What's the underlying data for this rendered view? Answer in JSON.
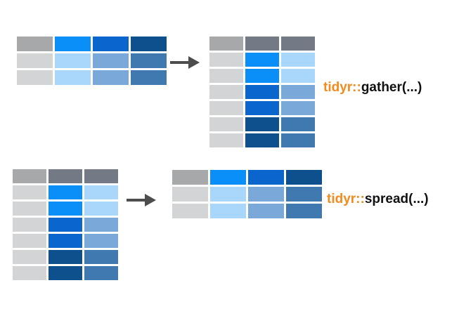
{
  "colors": {
    "header_gray": "#a6a8aa",
    "header_slate": "#737a86",
    "key_gray": "#d3d4d6",
    "blue1": "#0a8ff8",
    "blue2": "#0a66cc",
    "blue3": "#0e4f8e",
    "light1": "#a9d7fb",
    "light2": "#7aa9d9",
    "light3": "#3f79af",
    "arrow": "#4d4d4d",
    "pkg_orange": "#f28a1e"
  },
  "labels": {
    "gather_pkg": "tidyr::",
    "gather_fn": "gather(...)",
    "spread_pkg": "tidyr::",
    "spread_fn": "spread(...)"
  },
  "wide_table": [
    [
      "header_gray",
      "blue1",
      "blue2",
      "blue3"
    ],
    [
      "key_gray",
      "light1",
      "light2",
      "light3"
    ],
    [
      "key_gray",
      "light1",
      "light2",
      "light3"
    ]
  ],
  "long_table": [
    [
      "header_gray",
      "header_slate",
      "header_slate"
    ],
    [
      "key_gray",
      "blue1",
      "light1"
    ],
    [
      "key_gray",
      "blue1",
      "light1"
    ],
    [
      "key_gray",
      "blue2",
      "light2"
    ],
    [
      "key_gray",
      "blue2",
      "light2"
    ],
    [
      "key_gray",
      "blue3",
      "light3"
    ],
    [
      "key_gray",
      "blue3",
      "light3"
    ]
  ]
}
